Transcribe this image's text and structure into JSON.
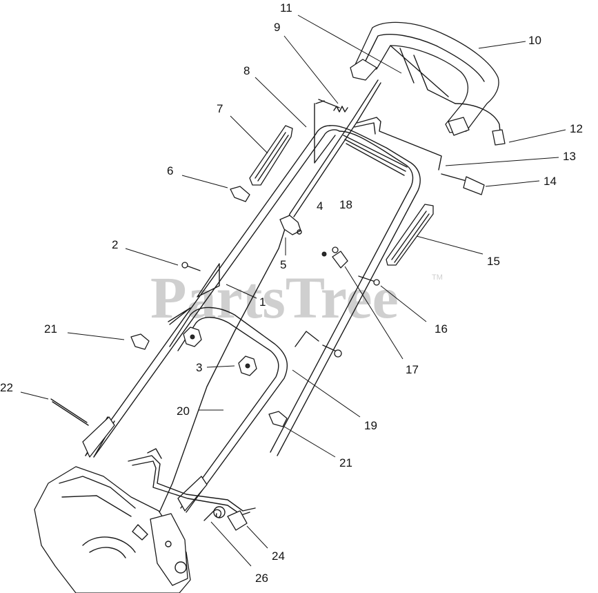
{
  "watermark": {
    "text": "PartsTree",
    "tm": "TM"
  },
  "callouts": [
    {
      "id": "c11",
      "label": "11"
    },
    {
      "id": "c9",
      "label": "9"
    },
    {
      "id": "c10",
      "label": "10"
    },
    {
      "id": "c8",
      "label": "8"
    },
    {
      "id": "c7",
      "label": "7"
    },
    {
      "id": "c12",
      "label": "12"
    },
    {
      "id": "c13",
      "label": "13"
    },
    {
      "id": "c6",
      "label": "6"
    },
    {
      "id": "c14",
      "label": "14"
    },
    {
      "id": "c4",
      "label": "4"
    },
    {
      "id": "c18",
      "label": "18"
    },
    {
      "id": "c2",
      "label": "2"
    },
    {
      "id": "c5",
      "label": "5"
    },
    {
      "id": "c15",
      "label": "15"
    },
    {
      "id": "c1",
      "label": "1"
    },
    {
      "id": "c16",
      "label": "16"
    },
    {
      "id": "c21a",
      "label": "21"
    },
    {
      "id": "c17",
      "label": "17"
    },
    {
      "id": "c3",
      "label": "3"
    },
    {
      "id": "c22",
      "label": "22"
    },
    {
      "id": "c20",
      "label": "20"
    },
    {
      "id": "c19",
      "label": "19"
    },
    {
      "id": "c21b",
      "label": "21"
    },
    {
      "id": "c24",
      "label": "24"
    },
    {
      "id": "c26",
      "label": "26"
    }
  ]
}
